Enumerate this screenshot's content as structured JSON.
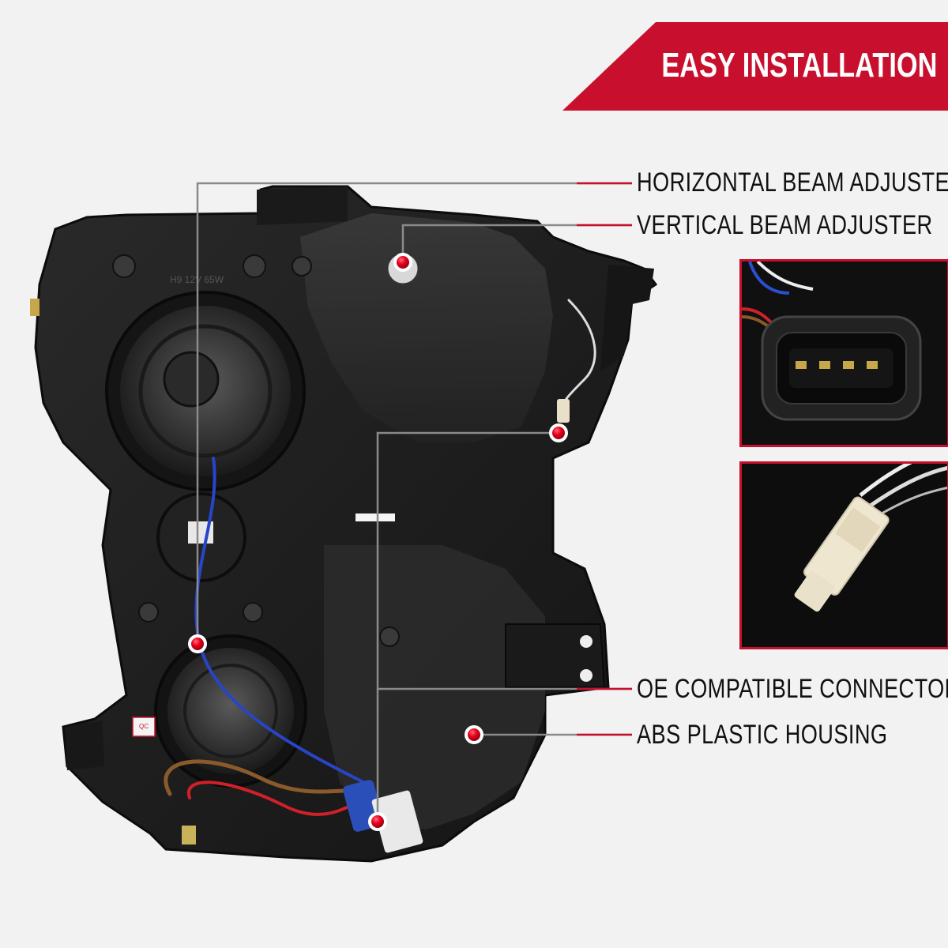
{
  "banner": {
    "title": "EASY INSTALLATION",
    "color": "#c8102e"
  },
  "callouts": {
    "horizontal": "HORIZONTAL BEAM ADJUSTER",
    "vertical": "VERTICAL BEAM ADJUSTER",
    "connectors": "OE COMPATIBLE CONNECTORS",
    "housing": "ABS PLASTIC HOUSING"
  },
  "colors": {
    "accent": "#c8102e",
    "leader_line": "#8a8a8a",
    "housing": "#1c1c1c",
    "background": "#f2f2f2"
  },
  "insets": [
    {
      "name": "4-pin connector close-up"
    },
    {
      "name": "bulb socket close-up"
    }
  ],
  "housing_markings": {
    "bulb_spec": "H9 12V 65W",
    "qc_label": "QC"
  }
}
